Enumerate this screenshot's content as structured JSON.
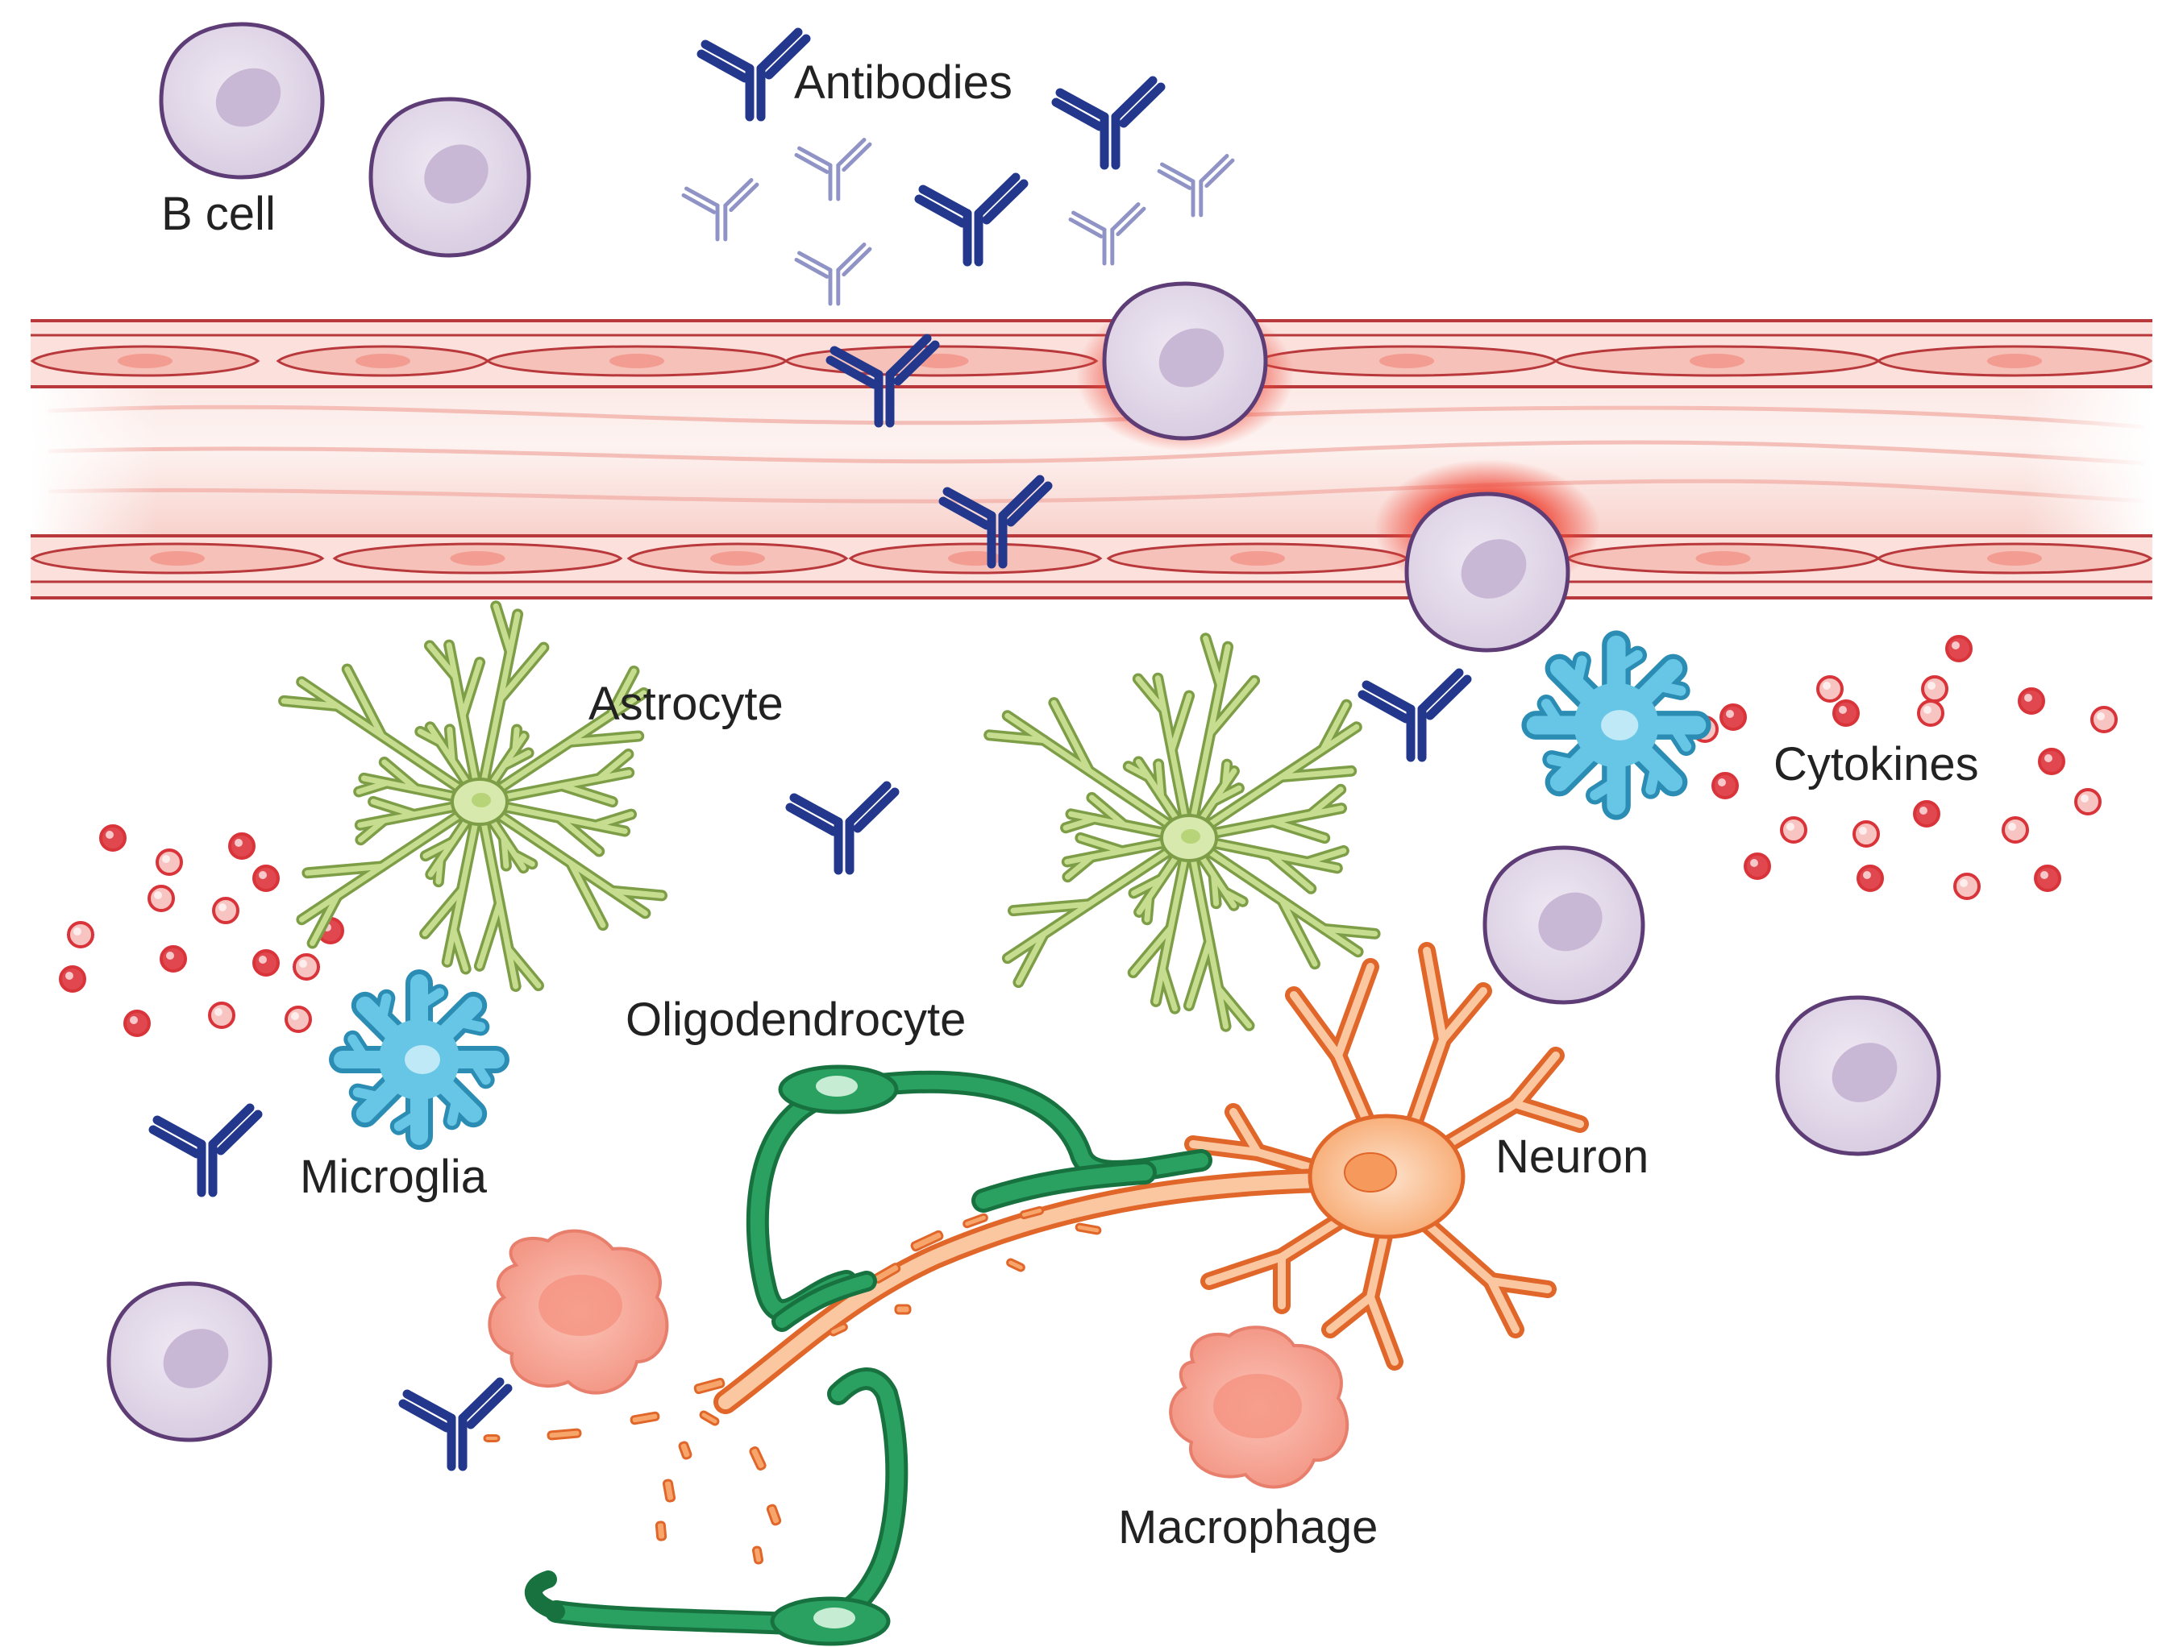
{
  "labels": {
    "b_cell": "B cell",
    "antibodies": "Antibodies",
    "astrocyte": "Astrocyte",
    "cytokines": "Cytokines",
    "oligodendrocyte": "Oligodendrocyte",
    "microglia": "Microglia",
    "neuron": "Neuron",
    "macrophage": "Macrophage"
  },
  "colors": {
    "b_cell_fill": "#e4dbe9",
    "b_cell_stroke": "#5e3d77",
    "antibody_dark": "#23388c",
    "antibody_light": "#8f93c5",
    "vessel": "#f4b7b0",
    "vessel_stroke": "#b8383b",
    "astrocyte": "#c6dc8f",
    "astrocyte_stroke": "#7d9d47",
    "microglia": "#67c6e6",
    "microglia_stroke": "#2b8db4",
    "oligodendrocyte": "#2aa160",
    "neuron": "#f9ae7a",
    "neuron_stroke": "#e0662a",
    "macrophage": "#f6a798",
    "cytokine": "#d8343a"
  }
}
